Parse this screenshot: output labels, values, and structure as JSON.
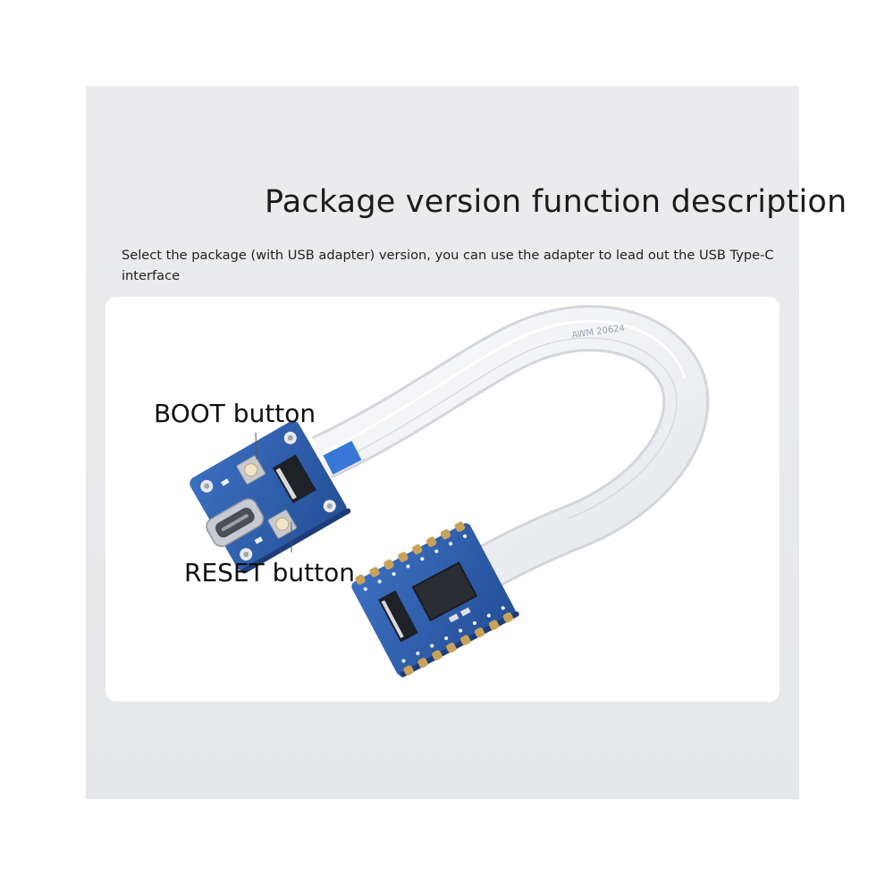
{
  "page": {
    "title": "Package version function description",
    "description": "Select the package (with USB adapter) version, you can use the adapter to lead out the USB Type-C interface"
  },
  "photo": {
    "labels": {
      "boot": "BOOT button",
      "reset": "RESET button"
    },
    "cable_print": "AWM 20624"
  },
  "colors": {
    "panel_background": "#e8e9ec",
    "pcb_blue": "#2e5fae",
    "cable_white": "#f4f5f7",
    "cable_tip_blue": "#3a78d8"
  }
}
